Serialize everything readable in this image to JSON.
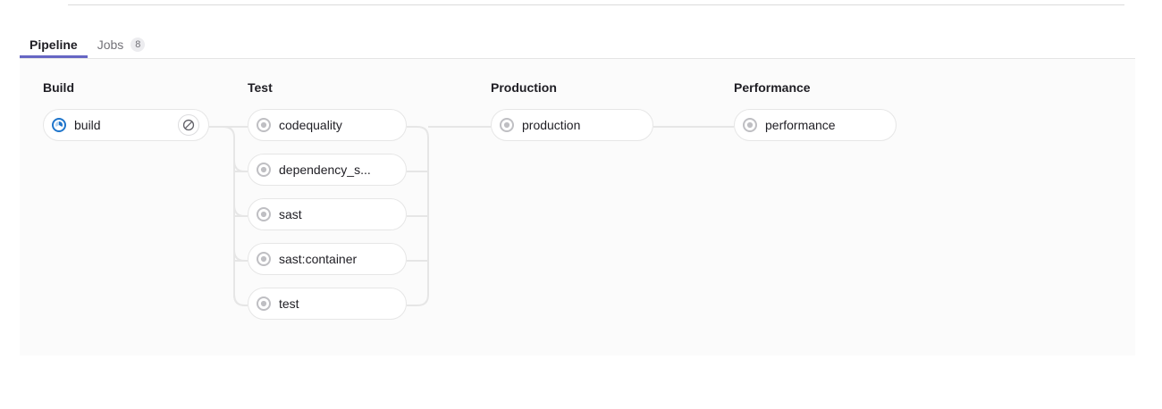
{
  "tabs": [
    {
      "label": "Pipeline",
      "name": "tab-pipeline",
      "active": true,
      "badge": null
    },
    {
      "label": "Jobs",
      "name": "tab-jobs",
      "active": false,
      "badge": "8"
    }
  ],
  "colors": {
    "active_tab_underline": "#6666c4",
    "running_status": "#1f75cb",
    "created_status": "#a4a3a8",
    "panel_background": "#fbfbfb",
    "pill_border": "#e6e6e6",
    "connector_line": "#e6e6e6",
    "text_primary": "#1f1e24",
    "text_muted": "#737278"
  },
  "pipeline": {
    "stages": [
      {
        "title": "Build",
        "key": "build",
        "jobs": [
          {
            "name": "build",
            "status": "running",
            "status_icon": "status-running-icon",
            "action": {
              "label": "Cancel",
              "icon": "cancel-icon"
            }
          }
        ]
      },
      {
        "title": "Test",
        "key": "test",
        "jobs": [
          {
            "name": "codequality",
            "status": "created",
            "status_icon": "status-created-icon",
            "action": null
          },
          {
            "name": "dependency_s...",
            "status": "created",
            "status_icon": "status-created-icon",
            "action": null
          },
          {
            "name": "sast",
            "status": "created",
            "status_icon": "status-created-icon",
            "action": null
          },
          {
            "name": "sast:container",
            "status": "created",
            "status_icon": "status-created-icon",
            "action": null
          },
          {
            "name": "test",
            "status": "created",
            "status_icon": "status-created-icon",
            "action": null
          }
        ]
      },
      {
        "title": "Production",
        "key": "production",
        "jobs": [
          {
            "name": "production",
            "status": "created",
            "status_icon": "status-created-icon",
            "action": null
          }
        ]
      },
      {
        "title": "Performance",
        "key": "performance",
        "jobs": [
          {
            "name": "performance",
            "status": "created",
            "status_icon": "status-created-icon",
            "action": null
          }
        ]
      }
    ]
  }
}
